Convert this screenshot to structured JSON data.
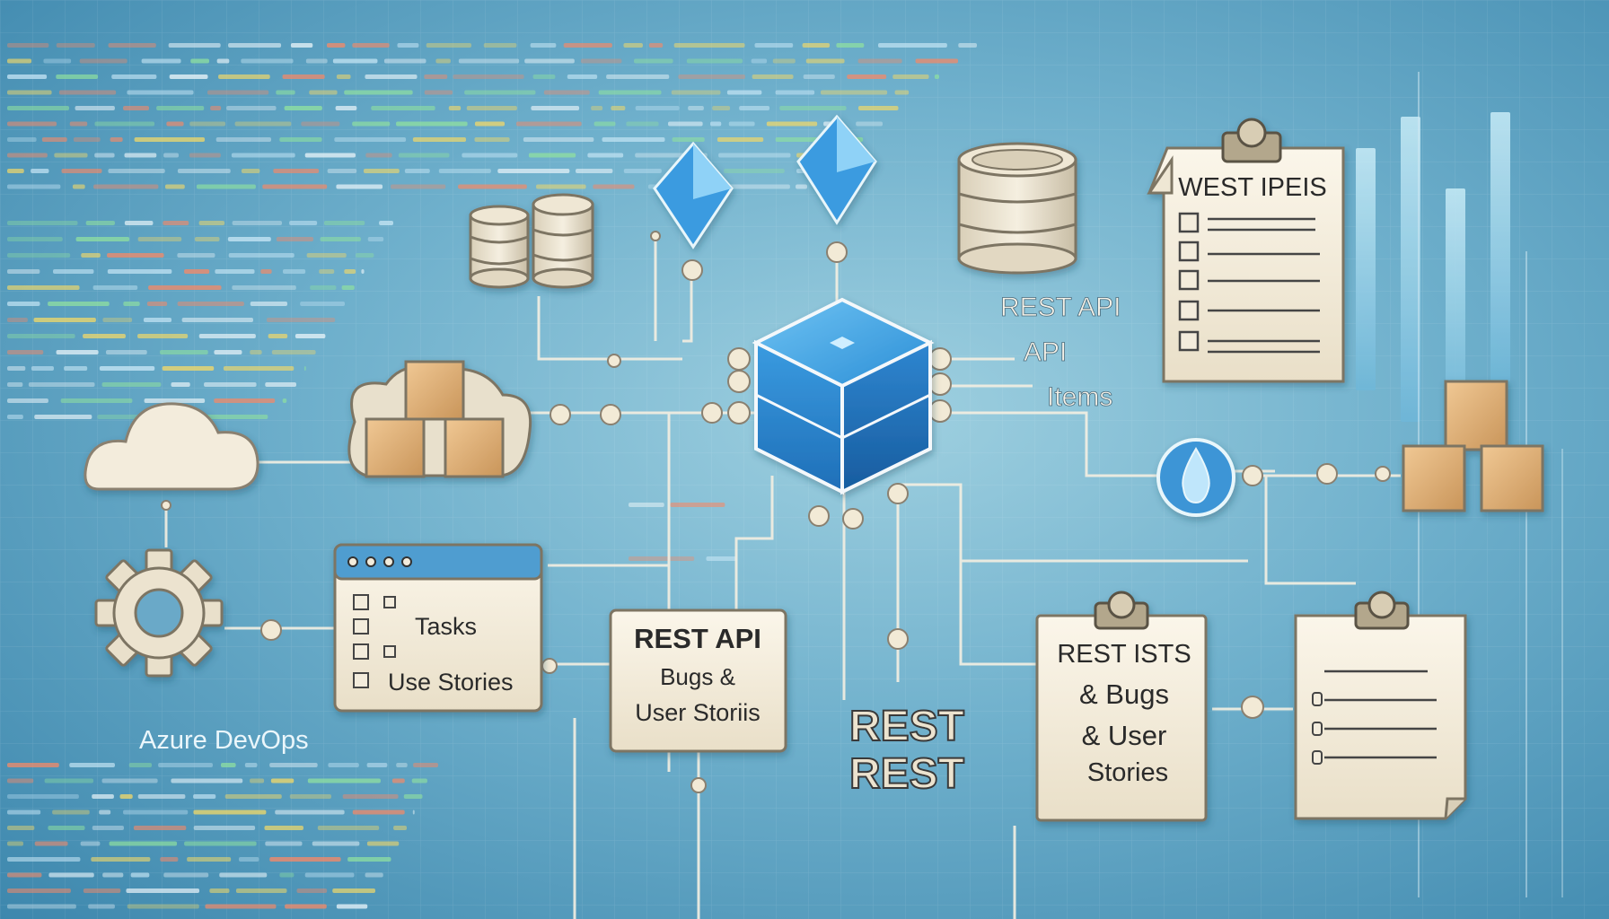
{
  "labels": {
    "azure_devops": "Azure DevOps",
    "task_window": {
      "item1": "Tasks",
      "item2": "Use Stories"
    },
    "center_card": {
      "line1": "REST API",
      "line2": "Bugs &",
      "line3": "User Storiis"
    },
    "rest_stack": {
      "line1": "REST",
      "line2": "REST"
    },
    "right_card": {
      "line1": "REST ISTS",
      "line2": "& Bugs",
      "line3": "& User",
      "line4": "Stories"
    },
    "clipboard_title": "WEST IPEIS",
    "floating": {
      "rest_api": "REST API",
      "api": "API",
      "items": "Items"
    }
  },
  "icons": [
    "cloud-icon",
    "gear-icon",
    "database-icon",
    "box-icon",
    "cube-icon",
    "diamond-icon",
    "drop-icon",
    "clipboard-icon",
    "window-icon",
    "checkbox-icon"
  ],
  "colors": {
    "accent_blue": "#2b8ed6",
    "card_fill": "#f3ecdc",
    "box_fill": "#e2b47a",
    "line_color": "#f4efe2"
  }
}
